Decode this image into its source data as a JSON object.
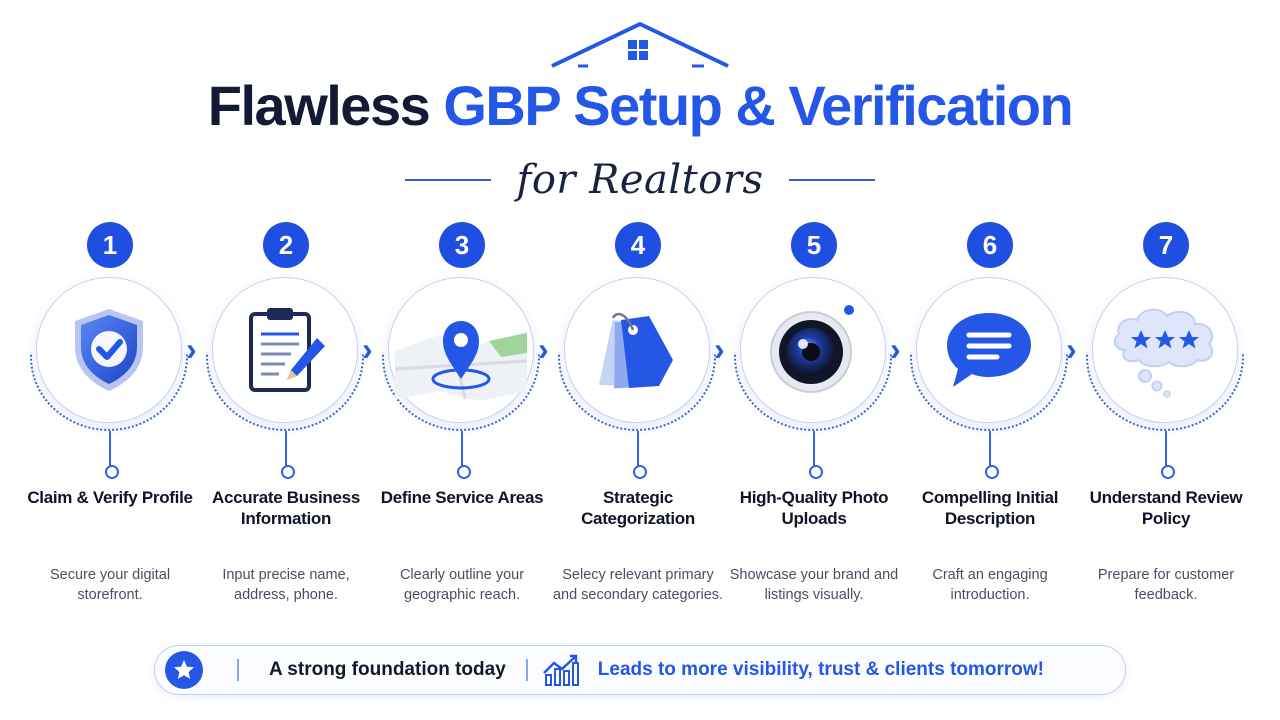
{
  "header": {
    "title_dark": "Flawless",
    "title_blue": "GBP Setup & Verification",
    "subtitle": "for Realtors"
  },
  "steps": [
    {
      "number": "1",
      "title": "Claim & Verify Profile",
      "desc": "Secure your digital storefront.",
      "icon": "shield-check-icon"
    },
    {
      "number": "2",
      "title": "Accurate Business Information",
      "desc": "Input precise name, address, phone.",
      "icon": "clipboard-pencil-icon"
    },
    {
      "number": "3",
      "title": "Define Service Areas",
      "desc": "Clearly outline your geographic reach.",
      "icon": "map-pin-icon"
    },
    {
      "number": "4",
      "title": "Strategic Categorization",
      "desc": "Selecy relevant primary and secondary categories.",
      "icon": "tags-icon"
    },
    {
      "number": "5",
      "title": "High-Quality Photo Uploads",
      "desc": "Showcase your brand and listings visually.",
      "icon": "camera-lens-icon"
    },
    {
      "number": "6",
      "title": "Compelling Initial Description",
      "desc": "Craft an engaging introduction.",
      "icon": "chat-bubble-icon"
    },
    {
      "number": "7",
      "title": "Understand Review Policy",
      "desc": "Prepare for customer feedback.",
      "icon": "review-stars-icon"
    }
  ],
  "footer": {
    "left_text": "A strong foundation today",
    "right_text": "Leads to more visibility, trust & clients tomorrow!",
    "left_icon": "star-icon",
    "right_icon": "growth-chart-icon"
  },
  "colors": {
    "accent": "#2457e6",
    "dark": "#141a36",
    "ring_border": "#c4d2f5"
  }
}
